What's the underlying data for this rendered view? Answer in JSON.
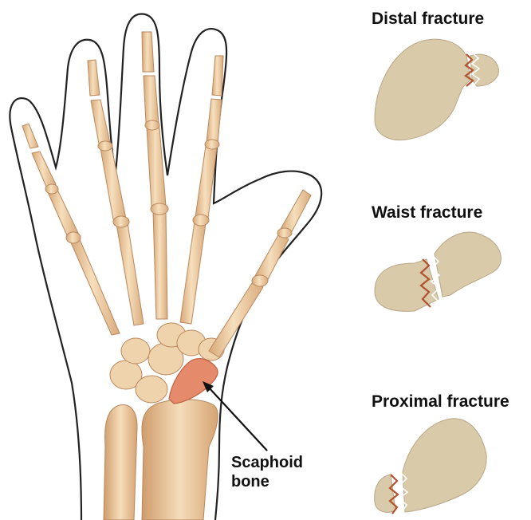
{
  "labels": {
    "distal": "Distal fracture",
    "waist": "Waist fracture",
    "proximal": "Proximal fracture",
    "scaphoid_line1": "Scaphoid",
    "scaphoid_line2": "bone"
  },
  "colors": {
    "bone": "#efd3ad",
    "bone_shade": "#d7a878",
    "scaphoid_bone": "#e58a6a",
    "scaphoid_detail": "#d9caaa",
    "fracture_edge": "#b2532f",
    "outline": "#222222"
  }
}
